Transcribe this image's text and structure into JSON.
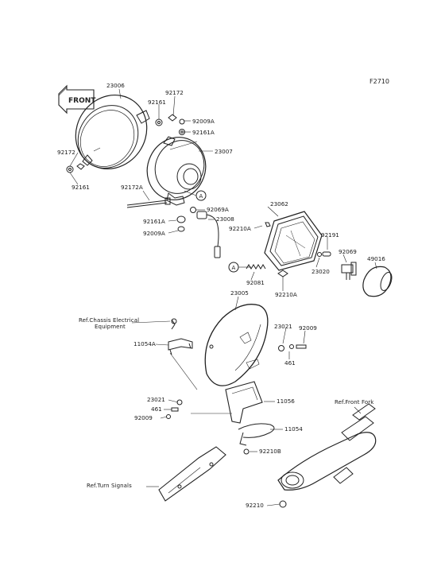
{
  "figure_id": "F2710",
  "front_arrow_text": "FRONT",
  "circle_marker": "A",
  "parts": {
    "p23006": "23006",
    "p92172_top": "92172",
    "p92161_top": "92161",
    "p92009A_top": "92009A",
    "p92161A_top": "92161A",
    "p23007": "23007",
    "p92172_left": "92172",
    "p92161_left": "92161",
    "p92172A": "92172A",
    "p92069A": "92069A",
    "p23008": "23008",
    "p92161A_bot": "92161A",
    "p92009A_bot": "92009A",
    "p92210A_left": "92210A",
    "p23062": "23062",
    "p92191": "92191",
    "p92069": "92069",
    "p49016": "49016",
    "p92081": "92081",
    "p23020": "23020",
    "p92210A_bot": "92210A",
    "p23005": "23005",
    "p23021_right": "23021",
    "p92009_right": "92009",
    "p461_right": "461",
    "p11054A": "11054A",
    "p23021_left": "23021",
    "p461_left": "461",
    "p92009_left": "92009",
    "p11056": "11056",
    "p11054": "11054",
    "p92210B": "92210B",
    "p92210": "92210"
  },
  "refs": {
    "chassis_line1": "Ref.Chassis Electrical",
    "chassis_line2": "Equipment",
    "front_fork": "Ref.Front Fork",
    "turn_signals": "Ref.Turn Signals"
  }
}
